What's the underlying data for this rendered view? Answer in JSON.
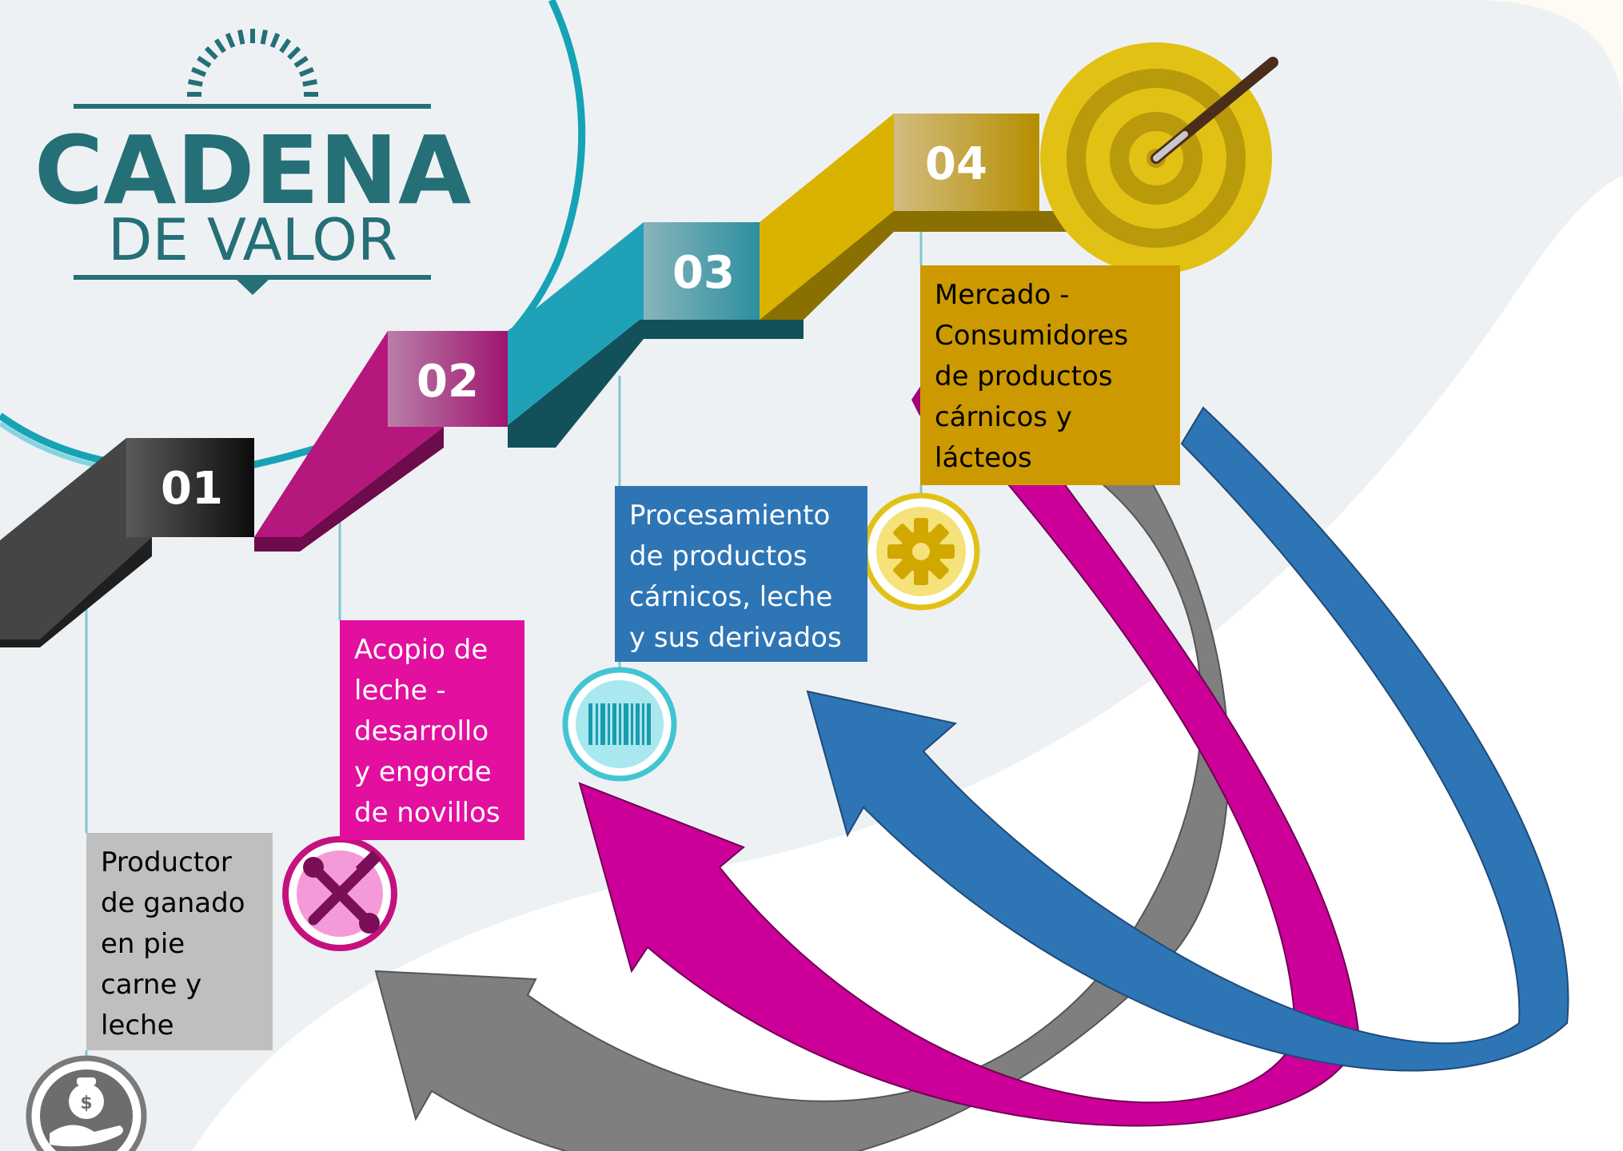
{
  "logo": {
    "line1": "CADENA",
    "line2": "DE VALOR",
    "color": "#256f77"
  },
  "steps": [
    {
      "number": "01",
      "lines": [
        "Productor",
        "de ganado",
        "en pie",
        "carne y",
        "leche"
      ],
      "color": "#3a3a3a",
      "box_color": "#bfbfbf",
      "icon": "money-bag-hand-icon"
    },
    {
      "number": "02",
      "lines": [
        "Acopio de",
        "leche -",
        "desarrollo",
        "y engorde",
        "de novillos"
      ],
      "color": "#b5177d",
      "box_color": "#e20f9f",
      "icon": "tools-icon"
    },
    {
      "number": "03",
      "lines": [
        "Procesamiento",
        "de productos",
        "cárnicos, leche",
        "y sus derivados"
      ],
      "color": "#1fa2b7",
      "box_color": "#2e75b6",
      "icon": "barcode-icon"
    },
    {
      "number": "04",
      "lines": [
        "Mercado -",
        "Consumidores",
        "de productos",
        "cárnicos y",
        "lácteos"
      ],
      "color": "#d9b300",
      "box_color": "#cc9900",
      "icon": "gear-icon"
    }
  ],
  "goal_icon": "target-icon",
  "arrows": [
    {
      "color": "#7f7f7f",
      "from_step": "04",
      "to_step": "01"
    },
    {
      "color": "#cc0099",
      "from_step": "04",
      "to_step": "02"
    },
    {
      "color": "#2e75b6",
      "from_step": "04",
      "to_step": "03"
    }
  ]
}
